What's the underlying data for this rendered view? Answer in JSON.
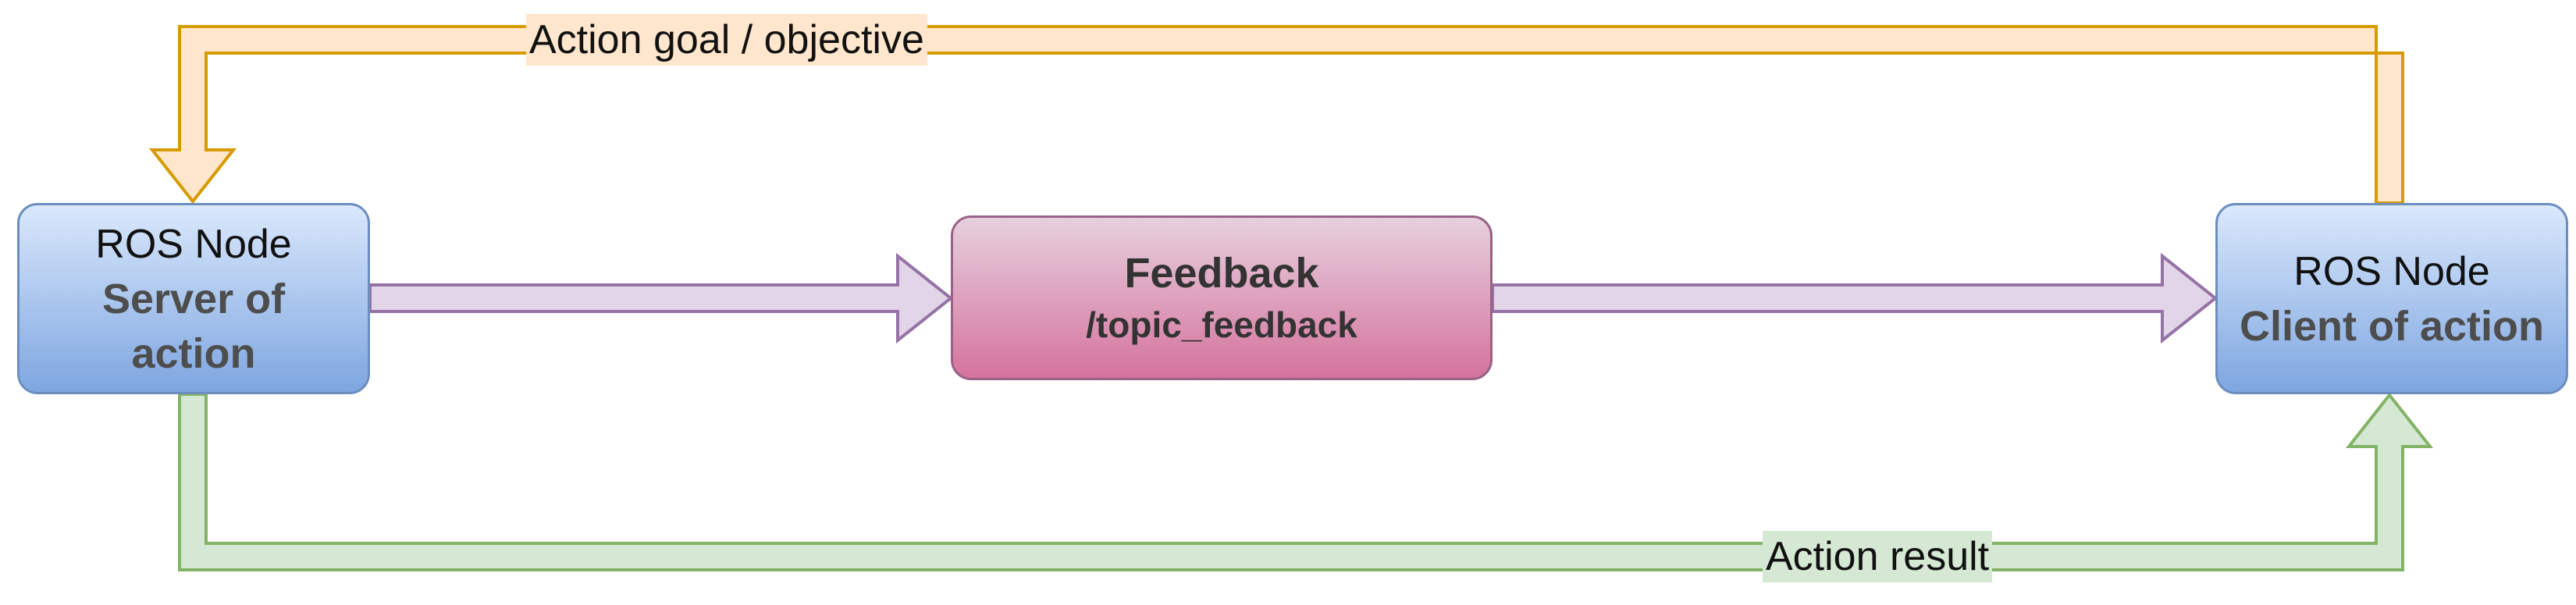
{
  "diagram": {
    "nodes": {
      "server": {
        "line1": "ROS Node",
        "line2": "Server of action"
      },
      "feedback": {
        "title": "Feedback",
        "topic": "/topic_feedback"
      },
      "client": {
        "line1": "ROS Node",
        "line2": "Client of action"
      }
    },
    "edges": {
      "goal": {
        "label": "Action goal / objective"
      },
      "result": {
        "label": "Action result"
      }
    },
    "colors": {
      "goal_fill": "#ffe6cc",
      "goal_stroke": "#d79b00",
      "result_fill": "#d5e8d4",
      "result_stroke": "#82b366",
      "feedback_arrow_fill": "#e1d5e7",
      "feedback_arrow_stroke": "#9673a6",
      "ros_node_stroke": "#6c8ebf",
      "feedback_node_stroke": "#996185"
    }
  }
}
